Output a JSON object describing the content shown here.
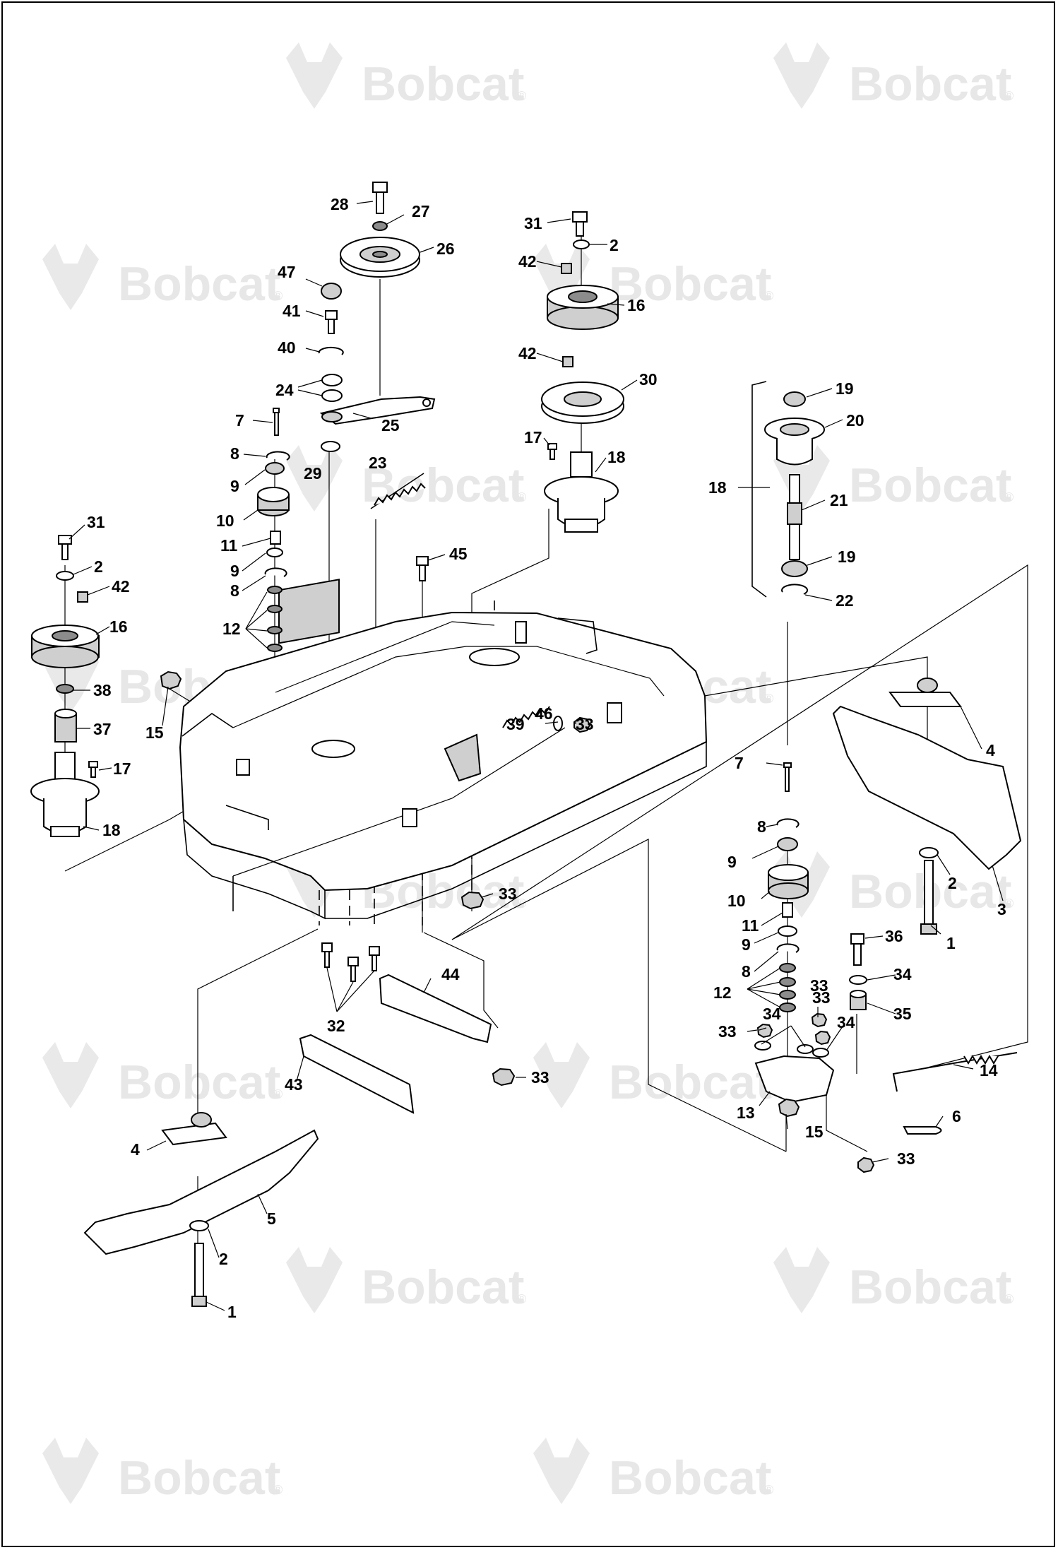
{
  "watermark": {
    "brand": "Bobcat",
    "reg_mark": "®"
  },
  "callouts": {
    "c28": "28",
    "c27": "27",
    "c26": "26",
    "c47": "47",
    "c41": "41",
    "c40": "40",
    "c24": "24",
    "c25": "25",
    "c7a": "7",
    "c8a": "8",
    "c29": "29",
    "c9a": "9",
    "c23": "23",
    "c10a": "10",
    "c11a": "11",
    "c9b": "9",
    "c8b": "8",
    "c12a": "12",
    "c31a": "31",
    "c2a": "2",
    "c42a": "42",
    "c16a": "16",
    "c42b": "42",
    "c30": "30",
    "c17a": "17",
    "c18a": "18",
    "c45": "45",
    "c31b": "31",
    "c2b": "2",
    "c42c": "42",
    "c16b": "16",
    "c38": "38",
    "c37": "37",
    "c15a": "15",
    "c17b": "17",
    "c18b": "18",
    "c19a": "19",
    "c20": "20",
    "c18c": "18",
    "c21": "21",
    "c19b": "19",
    "c22": "22",
    "c39": "39",
    "c46": "46",
    "c33a": "33",
    "c33b": "33",
    "c4a": "4",
    "c7b": "7",
    "c8c": "8",
    "c9c": "9",
    "c10b": "10",
    "c2c": "2",
    "c3": "3",
    "c1a": "1",
    "c11b": "11",
    "c9d": "9",
    "c36": "36",
    "c8d": "8",
    "c34a": "34",
    "c12b": "12",
    "c33c": "33",
    "c35": "35",
    "c34b": "34",
    "c34c": "34",
    "c33d": "33",
    "c33e": "33",
    "c14": "14",
    "c13": "13",
    "c15b": "15",
    "c6": "6",
    "c33f": "33",
    "c44": "44",
    "c32": "32",
    "c33g": "33",
    "c43": "43",
    "c4b": "4",
    "c5": "5",
    "c2d": "2",
    "c1b": "1"
  }
}
